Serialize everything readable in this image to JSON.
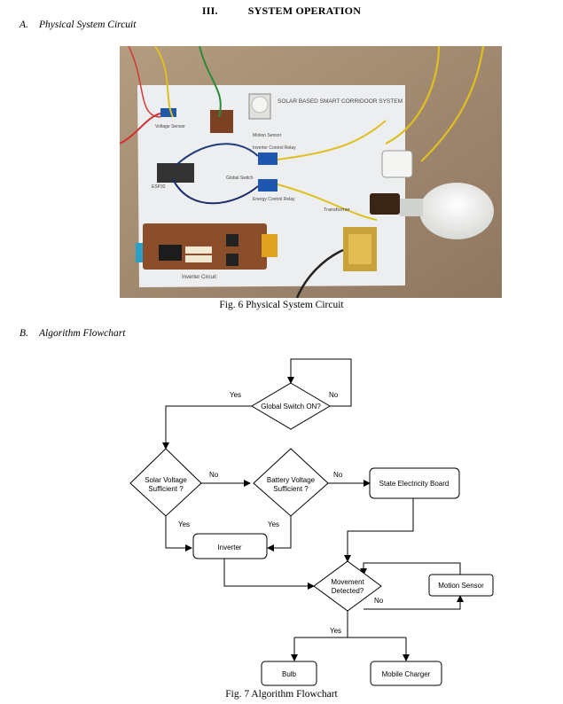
{
  "section": {
    "number": "III.",
    "title": "SYSTEM OPERATION"
  },
  "subsection_a": {
    "letter": "A.",
    "title": "Physical System Circuit"
  },
  "subsection_b": {
    "letter": "B.",
    "title": "Algorithm Flowchart"
  },
  "figure6": {
    "caption": "Fig. 6 Physical System Circuit",
    "handwritten": {
      "board_title": "SOLAR BASED SMART CORRIDOOR SYSTEM",
      "inverter": "Inverter Circuit",
      "transformer": "Transformer",
      "motion": "Motion Sensor",
      "global_switch": "Global Switch",
      "esp": "ESP32",
      "inverter_relay": "Inverter Control Relay",
      "energy_relay": "Energy Control Relay",
      "voltage_sensor": "Voltage Sensor"
    }
  },
  "figure7": {
    "caption": "Fig. 7 Algorithm Flowchart",
    "nodes": {
      "global_switch": "Global Switch ON?",
      "solar_voltage_1": "Solar Voltage",
      "solar_voltage_2": "Sufficient ?",
      "battery_voltage_1": "Battery Voltage",
      "battery_voltage_2": "Sufficient ?",
      "state_board": "State Electricity Board",
      "inverter": "Inverter",
      "movement_1": "Movement",
      "movement_2": "Detected?",
      "motion_sensor": "Motion Sensor",
      "bulb": "Bulb",
      "mobile_charger": "Mobile Charger"
    },
    "labels": {
      "yes_global": "Yes",
      "no_global": "No",
      "no_solar": "No",
      "no_battery": "No",
      "yes_solar": "Yes",
      "yes_battery": "Yes",
      "no_movement": "No",
      "yes_movement": "Yes"
    }
  }
}
